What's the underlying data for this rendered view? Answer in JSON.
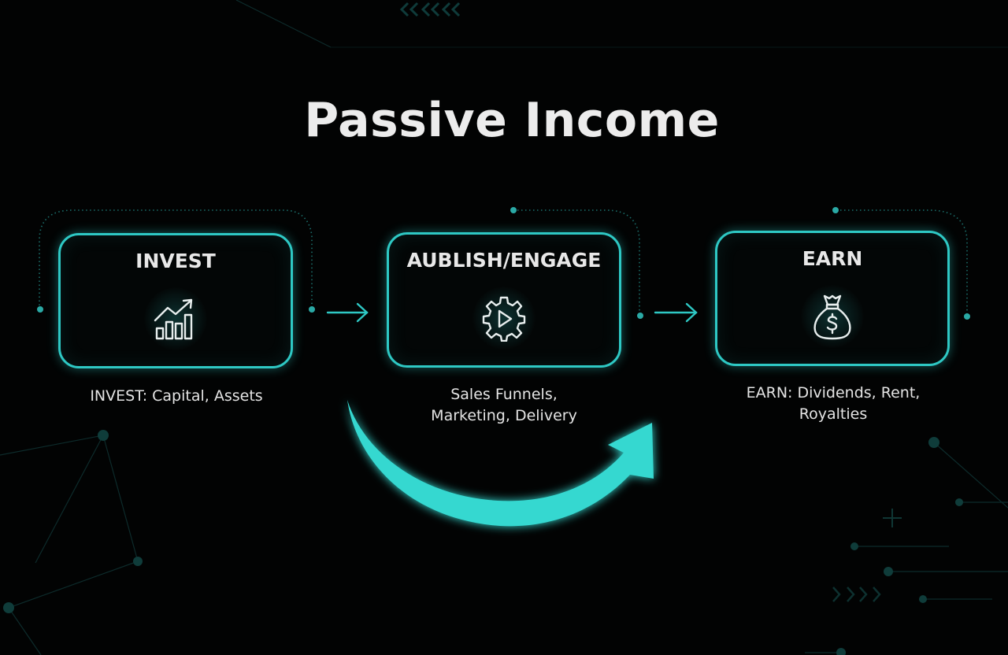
{
  "title": "Passive Income",
  "colors": {
    "accent": "#2ec8c4",
    "background": "#020303",
    "text": "#e8e8e8",
    "curve_arrow": "#34d8d0"
  },
  "steps": [
    {
      "label": "INVEST",
      "icon": "growth-chart-icon",
      "caption_lines": [
        "INVEST: Capital, Assets"
      ]
    },
    {
      "label": "AUBLISH/ENGAGE",
      "icon": "gear-play-icon",
      "caption_lines": [
        "Sales Funnels,",
        "Marketing, Delivery"
      ]
    },
    {
      "label": "EARN",
      "icon": "money-bag-icon",
      "caption_lines": [
        "EARN: Dividends, Rent,",
        "Royalties"
      ]
    }
  ],
  "connectors": [
    "right-arrow",
    "right-arrow"
  ],
  "flow_arrow": "curved-arrow-from-invest-to-earn"
}
